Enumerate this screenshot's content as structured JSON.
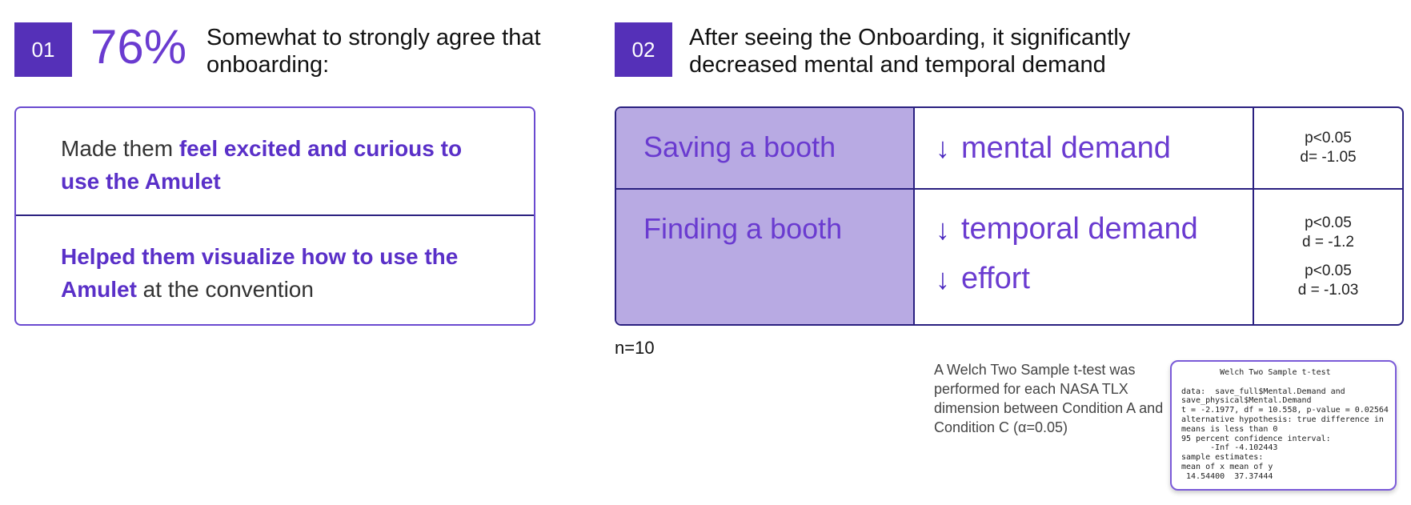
{
  "section1": {
    "number": "01",
    "percent": "76%",
    "heading": "Somewhat to strongly agree that onboarding:",
    "items": [
      {
        "pre": "Made them ",
        "highlight": "feel excited and curious to use the Amulet",
        "post": ""
      },
      {
        "pre": "",
        "highlight": "Helped them visualize how to use the Amulet",
        "post": " at the convention"
      }
    ]
  },
  "section2": {
    "number": "02",
    "heading": "After seeing the Onboarding, it significantly decreased mental and temporal demand",
    "rows": [
      {
        "task": "Saving a booth",
        "measures": [
          {
            "arrow": "↓",
            "label": "mental demand",
            "p": "p<0.05",
            "d": "d= -1.05"
          }
        ]
      },
      {
        "task": "Finding a booth",
        "measures": [
          {
            "arrow": "↓",
            "label": "temporal demand",
            "p": "p<0.05",
            "d": "d = -1.2"
          },
          {
            "arrow": "↓",
            "label": "effort",
            "p": "p<0.05",
            "d": "d = -1.03"
          }
        ]
      }
    ],
    "n": "n=10",
    "caption": "A Welch Two Sample t-test was performed for each NASA TLX dimension between Condition A and Condition C (α=0.05)",
    "code": "        Welch Two Sample t-test\n\ndata:  save_full$Mental.Demand and\nsave_physical$Mental.Demand\nt = -2.1977, df = 10.558, p-value = 0.02564\nalternative hypothesis: true difference in\nmeans is less than 0\n95 percent confidence interval:\n      -Inf -4.102443\nsample estimates:\nmean of x mean of y\n 14.54400  37.37444"
  },
  "colors": {
    "accent": "#5530b8",
    "text_accent": "#6a3bd0",
    "cell_bg": "#b8aae3"
  }
}
